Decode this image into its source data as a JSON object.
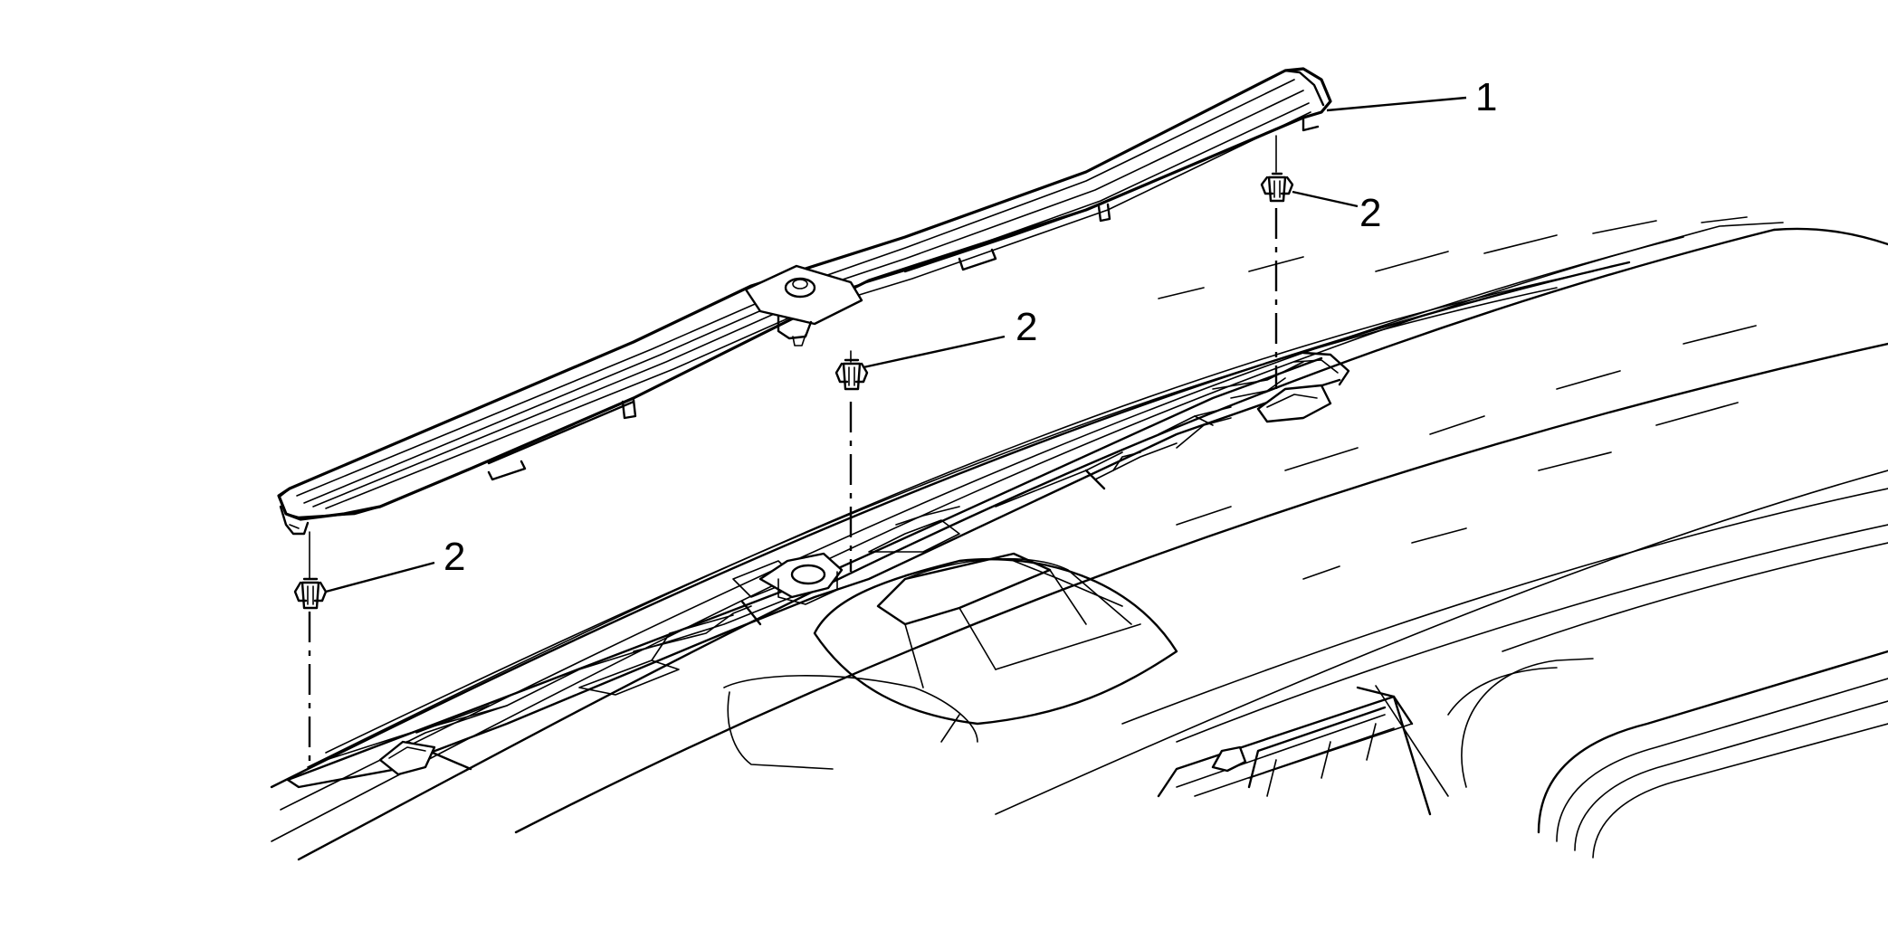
{
  "callouts": [
    {
      "id": "trim-panel",
      "label": "1"
    },
    {
      "id": "clip-right",
      "label": "2"
    },
    {
      "id": "clip-center",
      "label": "2"
    },
    {
      "id": "clip-left",
      "label": "2"
    }
  ]
}
